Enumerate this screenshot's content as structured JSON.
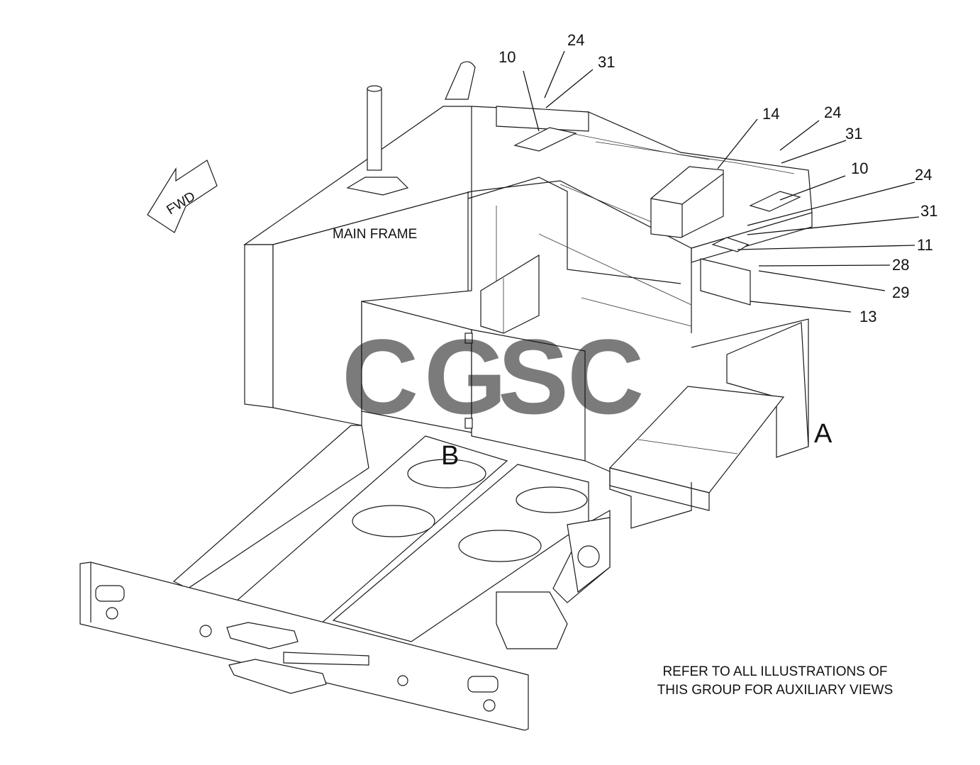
{
  "diagram": {
    "frame_label": "MAIN FRAME",
    "direction_label": "FWD",
    "view_labels": {
      "a": "A",
      "b": "B"
    },
    "note_lines": [
      "REFER TO ALL ILLUSTRATIONS OF",
      "THIS GROUP FOR AUXILIARY VIEWS"
    ],
    "callouts": [
      "24",
      "10",
      "31",
      "14",
      "24",
      "31",
      "10",
      "24",
      "31",
      "11",
      "28",
      "29",
      "13"
    ]
  },
  "watermark": {
    "letters": [
      "C",
      "G",
      "S",
      "C"
    ],
    "colors": [
      "#7fb3f5",
      "#f4a08e",
      "#f7dc72",
      "#7dc6a0"
    ]
  }
}
